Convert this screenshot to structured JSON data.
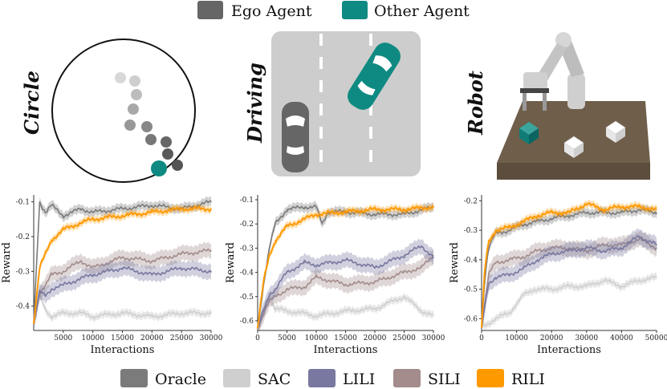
{
  "legend_top": [
    {
      "label": "Ego Agent",
      "color": "#666666"
    },
    {
      "label": "Other Agent",
      "color": "#0f8a82"
    }
  ],
  "scenes": {
    "circle_title": "Circle",
    "driving_title": "Driving",
    "robot_title": "Robot"
  },
  "legend_bottom": [
    {
      "label": "Oracle",
      "color": "#7b7b7b"
    },
    {
      "label": "SAC",
      "color": "#cfcfcf"
    },
    {
      "label": "LILI",
      "color": "#7878a0"
    },
    {
      "label": "SILI",
      "color": "#a48c8c"
    },
    {
      "label": "RILI",
      "color": "#ff9900"
    }
  ],
  "chart_data": [
    {
      "type": "line",
      "xlabel": "Interactions",
      "ylabel": "Reward",
      "xlim": [
        0,
        30000
      ],
      "ylim": [
        -0.47,
        -0.08
      ],
      "xticks": [
        "5000",
        "10000",
        "15000",
        "20000",
        "25000",
        "30000"
      ],
      "yticks": [
        "-0.1",
        "-0.2",
        "-0.3",
        "-0.4"
      ],
      "series": [
        {
          "name": "Oracle",
          "x": [
            0,
            1000,
            2000,
            3000,
            5000,
            8000,
            10000,
            15000,
            20000,
            25000,
            30000
          ],
          "values": [
            -0.45,
            -0.1,
            -0.13,
            -0.11,
            -0.14,
            -0.12,
            -0.13,
            -0.12,
            -0.11,
            -0.12,
            -0.1
          ]
        },
        {
          "name": "SAC",
          "x": [
            0,
            1000,
            2000,
            3000,
            5000,
            8000,
            10000,
            15000,
            20000,
            25000,
            30000
          ],
          "values": [
            -0.45,
            -0.37,
            -0.41,
            -0.43,
            -0.42,
            -0.42,
            -0.43,
            -0.42,
            -0.43,
            -0.42,
            -0.42
          ]
        },
        {
          "name": "LILI",
          "x": [
            0,
            1000,
            2000,
            3000,
            5000,
            8000,
            10000,
            15000,
            20000,
            25000,
            30000
          ],
          "values": [
            -0.45,
            -0.36,
            -0.37,
            -0.35,
            -0.34,
            -0.32,
            -0.31,
            -0.29,
            -0.31,
            -0.29,
            -0.3
          ]
        },
        {
          "name": "SILI",
          "x": [
            0,
            1000,
            2000,
            3000,
            5000,
            8000,
            10000,
            15000,
            20000,
            25000,
            30000
          ],
          "values": [
            -0.45,
            -0.36,
            -0.34,
            -0.31,
            -0.3,
            -0.27,
            -0.29,
            -0.26,
            -0.27,
            -0.25,
            -0.24
          ]
        },
        {
          "name": "RILI",
          "x": [
            0,
            1000,
            2000,
            3000,
            5000,
            8000,
            10000,
            15000,
            20000,
            25000,
            30000
          ],
          "values": [
            -0.45,
            -0.29,
            -0.25,
            -0.21,
            -0.18,
            -0.16,
            -0.15,
            -0.14,
            -0.13,
            -0.12,
            -0.12
          ]
        }
      ]
    },
    {
      "type": "line",
      "xlabel": "Interactions",
      "ylabel": "Reward",
      "xlim": [
        0,
        30000
      ],
      "ylim": [
        -0.64,
        -0.08
      ],
      "xticks": [
        "0",
        "5000",
        "10000",
        "15000",
        "20000",
        "25000",
        "30000"
      ],
      "yticks": [
        "-0.1",
        "-0.2",
        "-0.3",
        "-0.4",
        "-0.5",
        "-0.6"
      ],
      "series": [
        {
          "name": "Oracle",
          "x": [
            0,
            1000,
            2000,
            3000,
            5000,
            8000,
            10000,
            11000,
            12000,
            15000,
            20000,
            25000,
            30000
          ],
          "values": [
            -0.63,
            -0.45,
            -0.3,
            -0.2,
            -0.14,
            -0.13,
            -0.13,
            -0.2,
            -0.15,
            -0.15,
            -0.16,
            -0.16,
            -0.13
          ]
        },
        {
          "name": "SAC",
          "x": [
            0,
            1000,
            2000,
            3000,
            5000,
            8000,
            10000,
            15000,
            20000,
            25000,
            28000,
            30000
          ],
          "values": [
            -0.63,
            -0.56,
            -0.5,
            -0.55,
            -0.56,
            -0.57,
            -0.58,
            -0.56,
            -0.55,
            -0.5,
            -0.56,
            -0.58
          ]
        },
        {
          "name": "LILI",
          "x": [
            0,
            1000,
            2000,
            3000,
            5000,
            8000,
            10000,
            15000,
            20000,
            25000,
            28000,
            30000
          ],
          "values": [
            -0.63,
            -0.56,
            -0.49,
            -0.47,
            -0.4,
            -0.36,
            -0.37,
            -0.35,
            -0.38,
            -0.33,
            -0.29,
            -0.34
          ]
        },
        {
          "name": "SILI",
          "x": [
            0,
            1000,
            2000,
            3000,
            5000,
            8000,
            10000,
            15000,
            20000,
            25000,
            28000,
            30000
          ],
          "values": [
            -0.63,
            -0.57,
            -0.52,
            -0.5,
            -0.47,
            -0.46,
            -0.42,
            -0.45,
            -0.44,
            -0.4,
            -0.38,
            -0.33
          ]
        },
        {
          "name": "RILI",
          "x": [
            0,
            1000,
            2000,
            3000,
            5000,
            8000,
            10000,
            15000,
            20000,
            25000,
            30000
          ],
          "values": [
            -0.63,
            -0.44,
            -0.33,
            -0.27,
            -0.21,
            -0.18,
            -0.16,
            -0.15,
            -0.14,
            -0.14,
            -0.13
          ]
        }
      ]
    },
    {
      "type": "line",
      "xlabel": "Interactions",
      "ylabel": "Reward",
      "xlim": [
        0,
        50000
      ],
      "ylim": [
        -0.64,
        -0.18
      ],
      "xticks": [
        "0",
        "10000",
        "20000",
        "30000",
        "40000",
        "50000"
      ],
      "yticks": [
        "-0.2",
        "-0.3",
        "-0.4",
        "-0.5",
        "-0.6"
      ],
      "series": [
        {
          "name": "Oracle",
          "x": [
            0,
            1000,
            2000,
            4000,
            8000,
            12000,
            16000,
            20000,
            25000,
            30000,
            35000,
            40000,
            45000,
            50000
          ],
          "values": [
            -0.63,
            -0.45,
            -0.36,
            -0.31,
            -0.3,
            -0.28,
            -0.27,
            -0.26,
            -0.25,
            -0.24,
            -0.24,
            -0.24,
            -0.23,
            -0.24
          ]
        },
        {
          "name": "SAC",
          "x": [
            0,
            4000,
            8000,
            10000,
            12000,
            15000,
            20000,
            25000,
            30000,
            35000,
            40000,
            45000,
            50000
          ],
          "values": [
            -0.63,
            -0.6,
            -0.58,
            -0.55,
            -0.52,
            -0.5,
            -0.5,
            -0.49,
            -0.49,
            -0.47,
            -0.49,
            -0.47,
            -0.46
          ]
        },
        {
          "name": "LILI",
          "x": [
            0,
            2000,
            4000,
            8000,
            12000,
            16000,
            20000,
            25000,
            30000,
            35000,
            40000,
            45000,
            50000
          ],
          "values": [
            -0.63,
            -0.48,
            -0.46,
            -0.45,
            -0.43,
            -0.4,
            -0.38,
            -0.37,
            -0.36,
            -0.37,
            -0.36,
            -0.32,
            -0.35
          ]
        },
        {
          "name": "SILI",
          "x": [
            0,
            2000,
            4000,
            8000,
            12000,
            16000,
            20000,
            25000,
            30000,
            35000,
            40000,
            45000,
            50000
          ],
          "values": [
            -0.63,
            -0.45,
            -0.41,
            -0.4,
            -0.39,
            -0.37,
            -0.36,
            -0.36,
            -0.37,
            -0.35,
            -0.35,
            -0.33,
            -0.36
          ]
        },
        {
          "name": "RILI",
          "x": [
            0,
            1000,
            2000,
            4000,
            8000,
            12000,
            16000,
            20000,
            25000,
            30000,
            35000,
            40000,
            45000,
            50000
          ],
          "values": [
            -0.63,
            -0.42,
            -0.34,
            -0.3,
            -0.29,
            -0.27,
            -0.25,
            -0.24,
            -0.24,
            -0.21,
            -0.23,
            -0.22,
            -0.22,
            -0.23
          ]
        }
      ]
    }
  ]
}
